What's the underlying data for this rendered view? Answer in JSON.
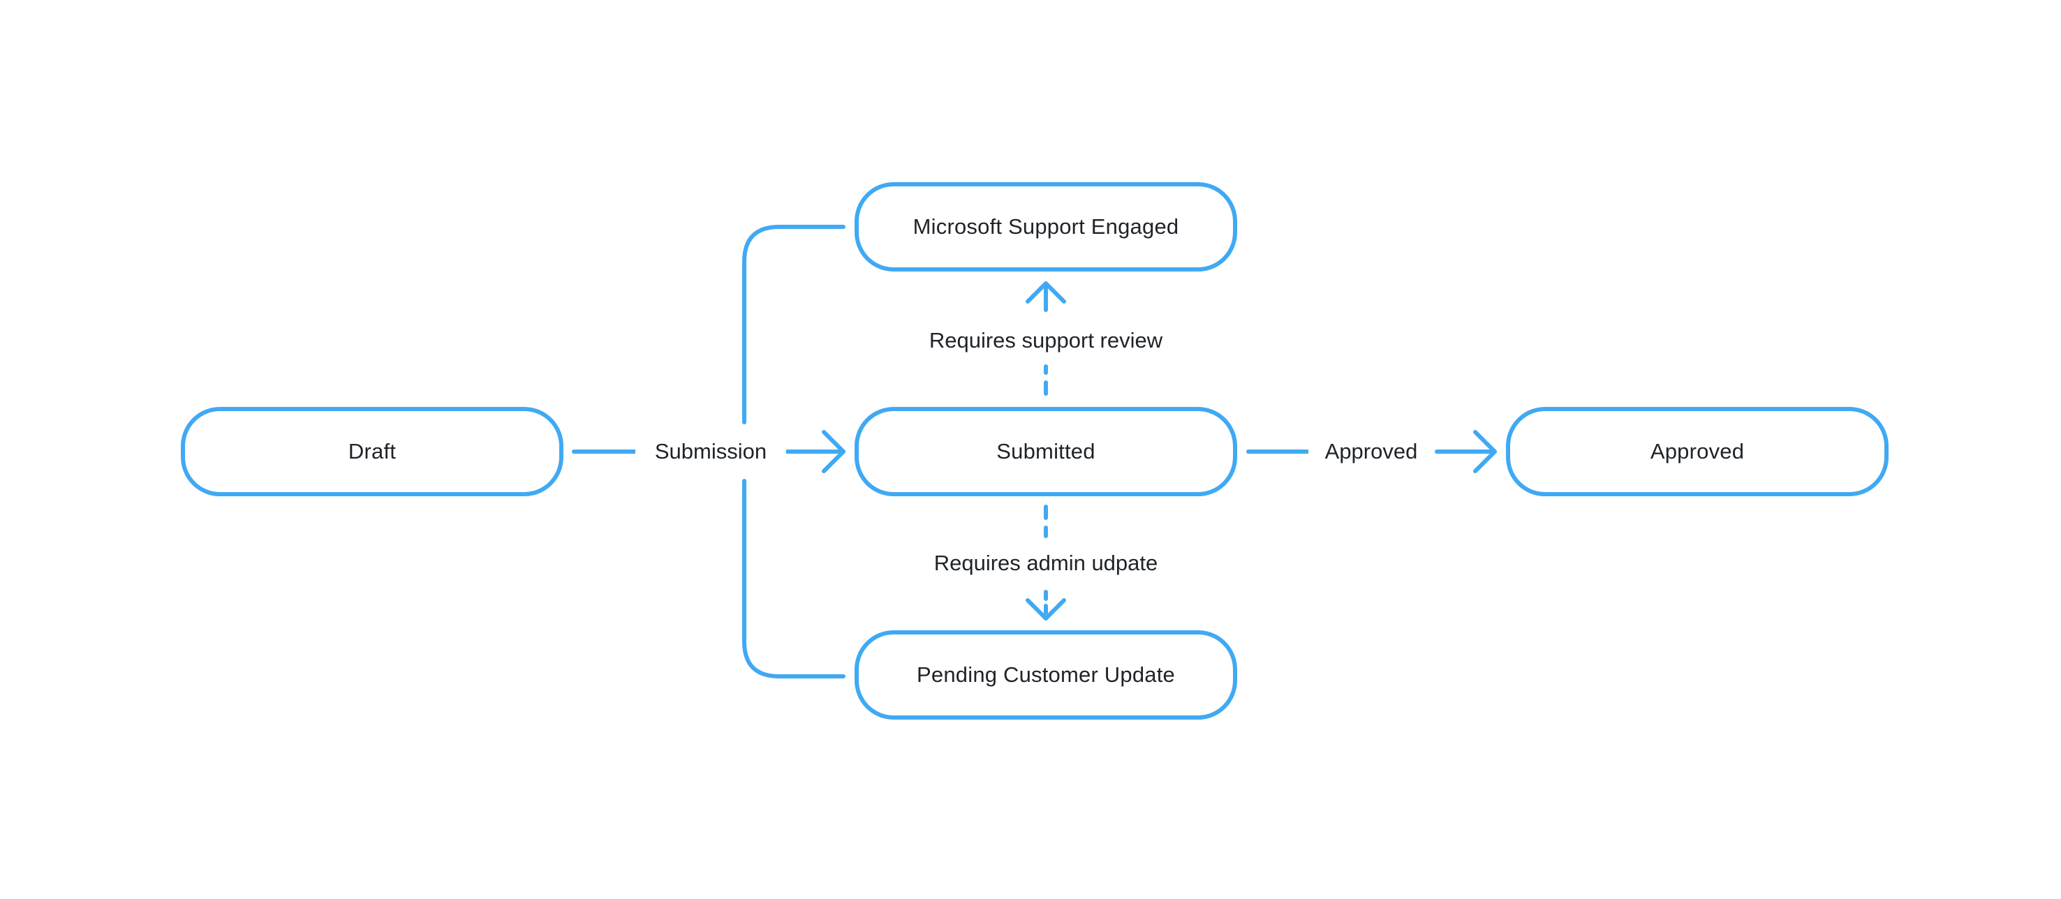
{
  "theme": {
    "stroke_color": "#40a9f3",
    "text_color": "#1f2328",
    "background": "#ffffff"
  },
  "nodes": {
    "draft": "Draft",
    "submitted": "Submitted",
    "approved": "Approved",
    "support_engaged": "Microsoft Support Engaged",
    "pending_update": "Pending Customer Update"
  },
  "edges": {
    "submission": "Submission",
    "approved": "Approved",
    "support_review": "Requires support review",
    "admin_update": "Requires admin udpate"
  }
}
